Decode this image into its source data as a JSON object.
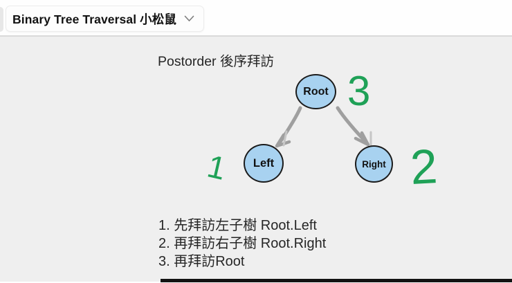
{
  "header": {
    "title": "Binary Tree Traversal 小松鼠",
    "dropdown_icon": "chevron-down"
  },
  "slide": {
    "title": "Postorder 後序拜訪",
    "steps": [
      "1. 先拜訪左子樹 Root.Left",
      "2. 再拜訪右子樹 Root.Right",
      "3. 再拜訪Root"
    ]
  },
  "diagram": {
    "nodes": [
      {
        "id": "root",
        "label": "Root"
      },
      {
        "id": "left",
        "label": "Left"
      },
      {
        "id": "right",
        "label": "Right"
      }
    ],
    "edges": [
      {
        "from": "root",
        "to": "left"
      },
      {
        "from": "root",
        "to": "right"
      }
    ],
    "annotations": [
      {
        "target": "root",
        "value": "3"
      },
      {
        "target": "left",
        "value": "1"
      },
      {
        "target": "right",
        "value": "2"
      }
    ],
    "colors": {
      "node_fill": "#a8d2f0",
      "node_border": "#1b1b1b",
      "arrow_gray": "#9f9f9f",
      "ink_green": "#1fa157",
      "canvas_background": "#efefef"
    }
  },
  "player": {
    "progress_bar_color": "#121212"
  }
}
